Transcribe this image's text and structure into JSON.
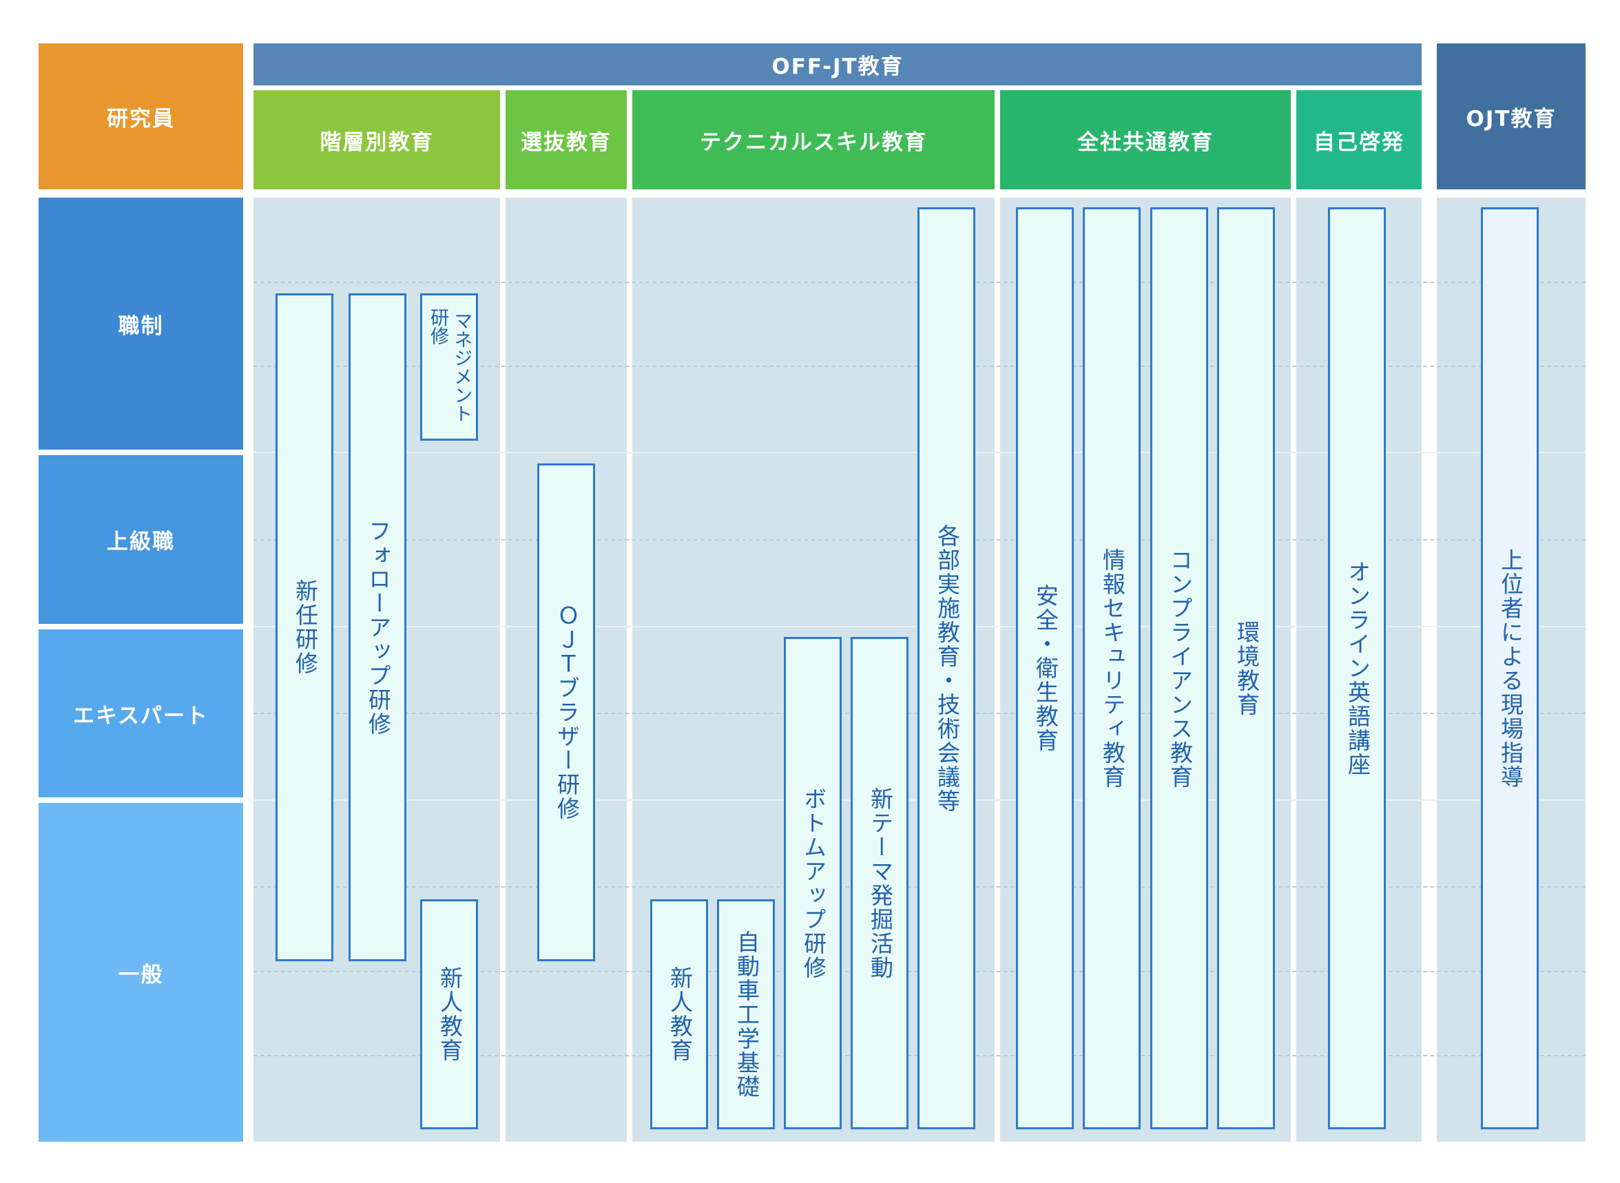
{
  "header": {
    "researcher": "研究員",
    "offjt": "OFF-JT教育",
    "ojt": "OJT教育"
  },
  "categories": {
    "kaiso": "階層別教育",
    "senbatsu": "選抜教育",
    "technical": "テクニカルスキル教育",
    "zensha": "全社共通教育",
    "jiko": "自己啓発"
  },
  "levels": {
    "shokusei": "職制",
    "jokyu": "上級職",
    "expert": "エキスパート",
    "ippan": "一般"
  },
  "programs": {
    "shinnin": "新任研修",
    "follow": "フォローアップ研修",
    "management_line1": "マネジメント",
    "management_line2": "研修",
    "shinjin_kaiso": "新人教育",
    "ojt_brother": "ＯＪＴブラザー研修",
    "shinjin_tech": "新人教育",
    "jidosha": "自動車工学基礎",
    "bottomup": "ボトムアップ研修",
    "newtheme": "新テーマ発掘活動",
    "kakubu": "各部実施教育・技術会議等",
    "anzen": "安全・衛生教育",
    "security": "情報セキュリティ教育",
    "compliance": "コンプライアンス教育",
    "kankyo": "環境教育",
    "english": "オンライン英語講座",
    "genba": "上位者による現場指導"
  },
  "colors": {
    "researcher_header": "#e8972e",
    "offjt_header": "#5586b6",
    "ojt_header": "#41709f",
    "kaiso": "#8dc63f",
    "senbatsu": "#6cc644",
    "technical": "#3fbc56",
    "zensha": "#29b56c",
    "jiko": "#21b98a",
    "level_shokusei": "#3d87d3",
    "level_jokyu": "#4496de",
    "level_expert": "#57a9ed",
    "level_ippan": "#6fb8f6",
    "column_bg": "#d3e3ec",
    "bar_fill": "#e9fbf9",
    "bar_border": "#2f7ac9"
  }
}
